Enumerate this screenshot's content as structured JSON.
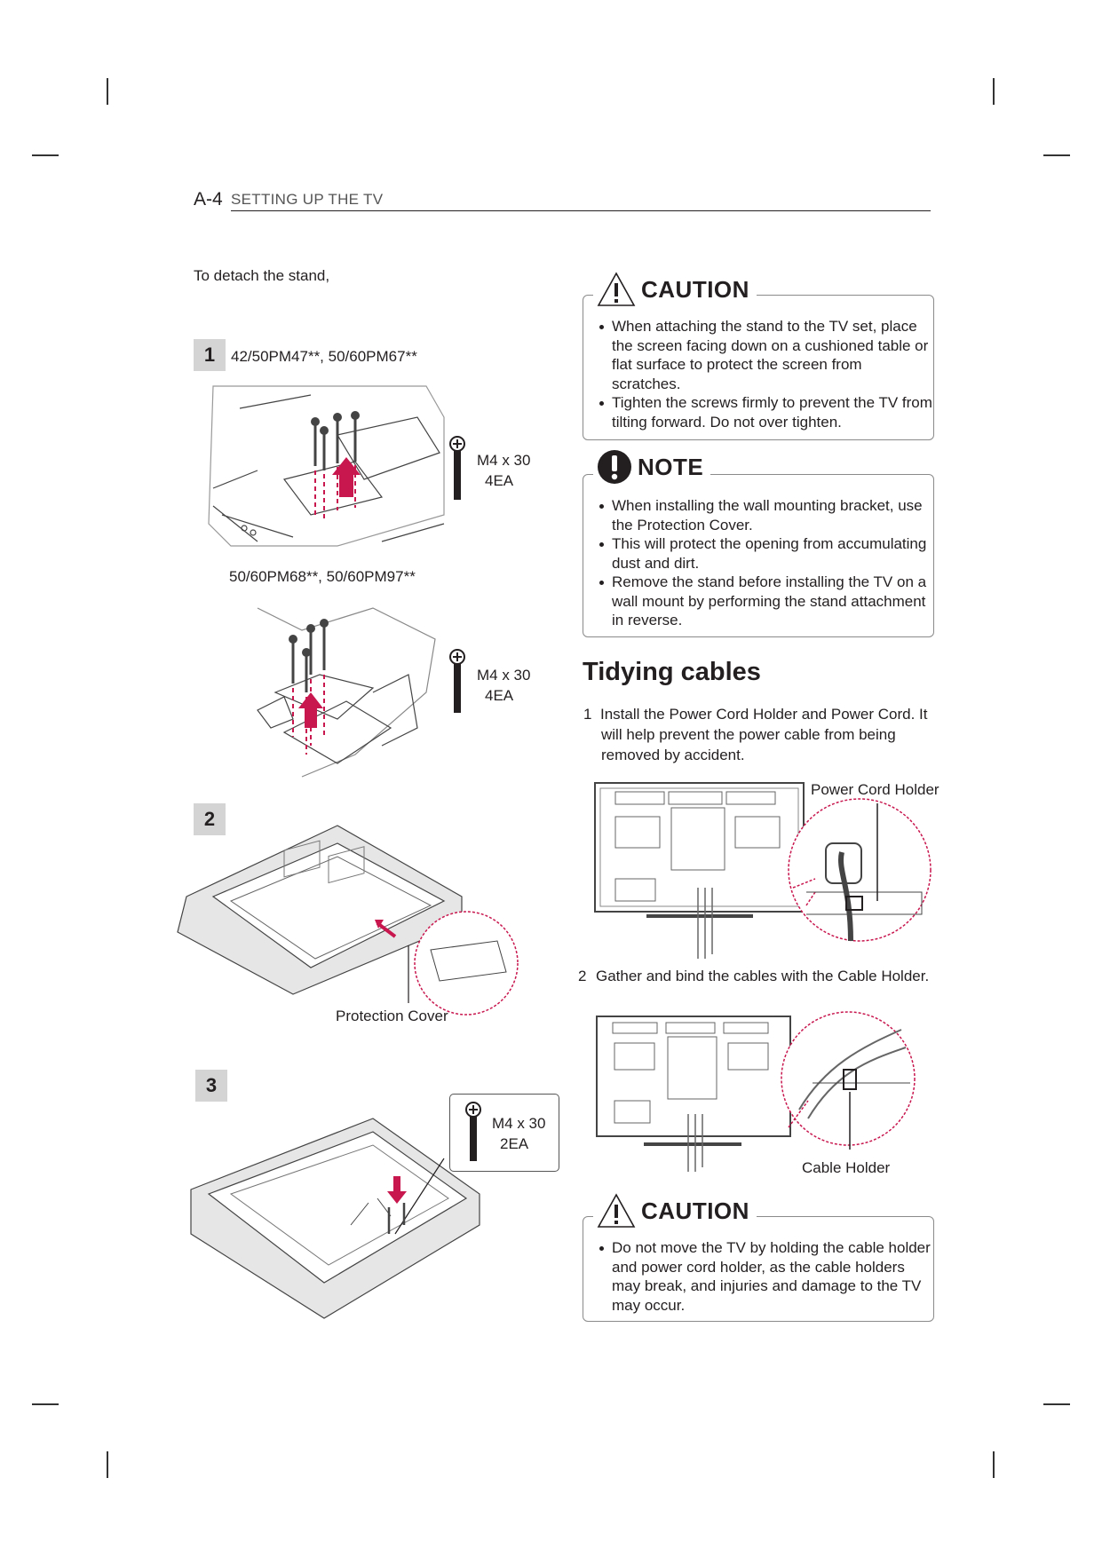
{
  "header": {
    "page_number": "A-4",
    "section": "SETTING UP THE TV"
  },
  "intro": "To detach the stand,",
  "steps": {
    "one": {
      "number": "1",
      "model_a": "42/50PM47**, 50/60PM67**",
      "model_b": "50/60PM68**, 50/60PM97**"
    },
    "two": {
      "number": "2"
    },
    "three": {
      "number": "3"
    }
  },
  "screw_labels": {
    "a": {
      "size": "M4 x 30",
      "qty": "4EA"
    },
    "b": {
      "size": "M4 x 30",
      "qty": "4EA"
    },
    "c": {
      "size": "M4 x 30",
      "qty": "2EA"
    }
  },
  "protection_cover_label": "Protection Cover",
  "caution_top": {
    "title": "CAUTION",
    "icon": "warning-triangle-icon",
    "items": [
      "When attaching the stand to the TV set, place the screen facing down on a cushioned table or flat surface to protect the screen from scratches.",
      "Tighten the screws firmly to prevent the TV from tilting forward. Do not over tighten."
    ]
  },
  "note": {
    "title": "NOTE",
    "icon": "exclamation-circle-icon",
    "items": [
      "When installing the wall mounting bracket, use the Protection Cover.",
      "This will protect the opening from accumulating dust and dirt.",
      "Remove the stand before installing the TV on a wall mount by performing the stand attachment in reverse."
    ]
  },
  "tidying": {
    "heading": "Tidying cables",
    "step1_num": "1",
    "step1_text": "Install the Power Cord Holder and Power Cord. It will help prevent the power cable from being removed by accident.",
    "power_cord_holder_label": "Power Cord Holder",
    "step2_num": "2",
    "step2_text": "Gather and bind the cables with the Cable Holder.",
    "cable_holder_label": "Cable Holder"
  },
  "caution_bottom": {
    "title": "CAUTION",
    "icon": "warning-triangle-icon",
    "items": [
      "Do not move the TV by holding the cable holder and power cord holder, as the cable holders may break, and injuries and damage to the TV may occur."
    ]
  },
  "colors": {
    "accent_arrow": "#c8174f",
    "badge_bg": "#d4d4d4",
    "box_border": "#8a8a8a"
  }
}
